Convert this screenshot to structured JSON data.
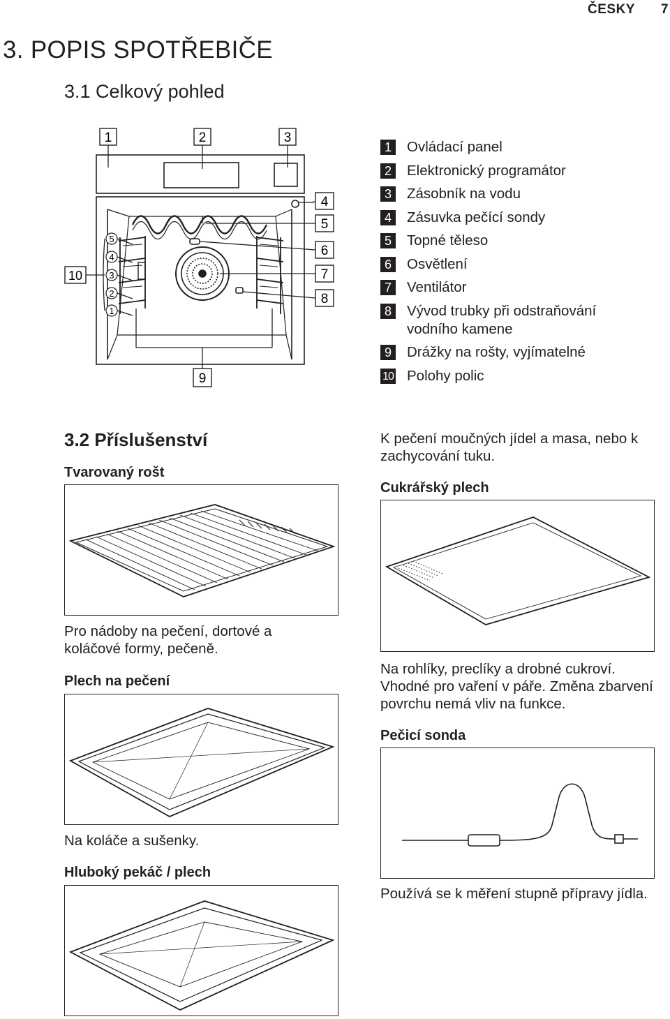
{
  "header": {
    "language": "ČESKY",
    "page_number": "7"
  },
  "chapter_title": "3. POPIS SPOTŘEBIČE",
  "section_overview": {
    "title": "3.1 Celkový pohled",
    "figure_callouts": [
      "1",
      "2",
      "3",
      "4",
      "5",
      "6",
      "7",
      "8",
      "9",
      "10"
    ],
    "shelf_positions": [
      "5",
      "4",
      "3",
      "2",
      "1"
    ],
    "legend": [
      {
        "num": "1",
        "text": "Ovládací panel"
      },
      {
        "num": "2",
        "text": "Elektronický programátor"
      },
      {
        "num": "3",
        "text": "Zásobník na vodu"
      },
      {
        "num": "4",
        "text": "Zásuvka pečící sondy"
      },
      {
        "num": "5",
        "text": "Topné těleso"
      },
      {
        "num": "6",
        "text": "Osvětlení"
      },
      {
        "num": "7",
        "text": "Ventilátor"
      },
      {
        "num": "8",
        "text": "Vývod trubky při odstraňování vodního kamene"
      },
      {
        "num": "9",
        "text": "Drážky na rošty, vyjímatelné"
      },
      {
        "num": "10",
        "text": "Polohy polic"
      }
    ]
  },
  "section_accessories": {
    "title": "3.2 Příslušenství",
    "items": {
      "grid": {
        "name": "Tvarovaný rošt",
        "description": "Pro nádoby na pečení, dortové a koláčové formy, pečeně."
      },
      "roasting_tray": {
        "name": "Plech na pečení",
        "description": "Na koláče a sušenky."
      },
      "deep_pan": {
        "name": "Hluboký pekáč / plech"
      },
      "generic_note": "K pečení moučných jídel a masa, nebo k zachycování tuku.",
      "pastry_tray": {
        "name": "Cukrářský plech",
        "description": "Na rohlíky, preclíky a drobné cukroví. Vhodné pro vaření v páře. Změna zbarvení povrchu nemá vliv na funkce."
      },
      "probe": {
        "name": "Pečicí sonda",
        "description": "Používá se k měření stupně přípravy jídla."
      }
    }
  }
}
